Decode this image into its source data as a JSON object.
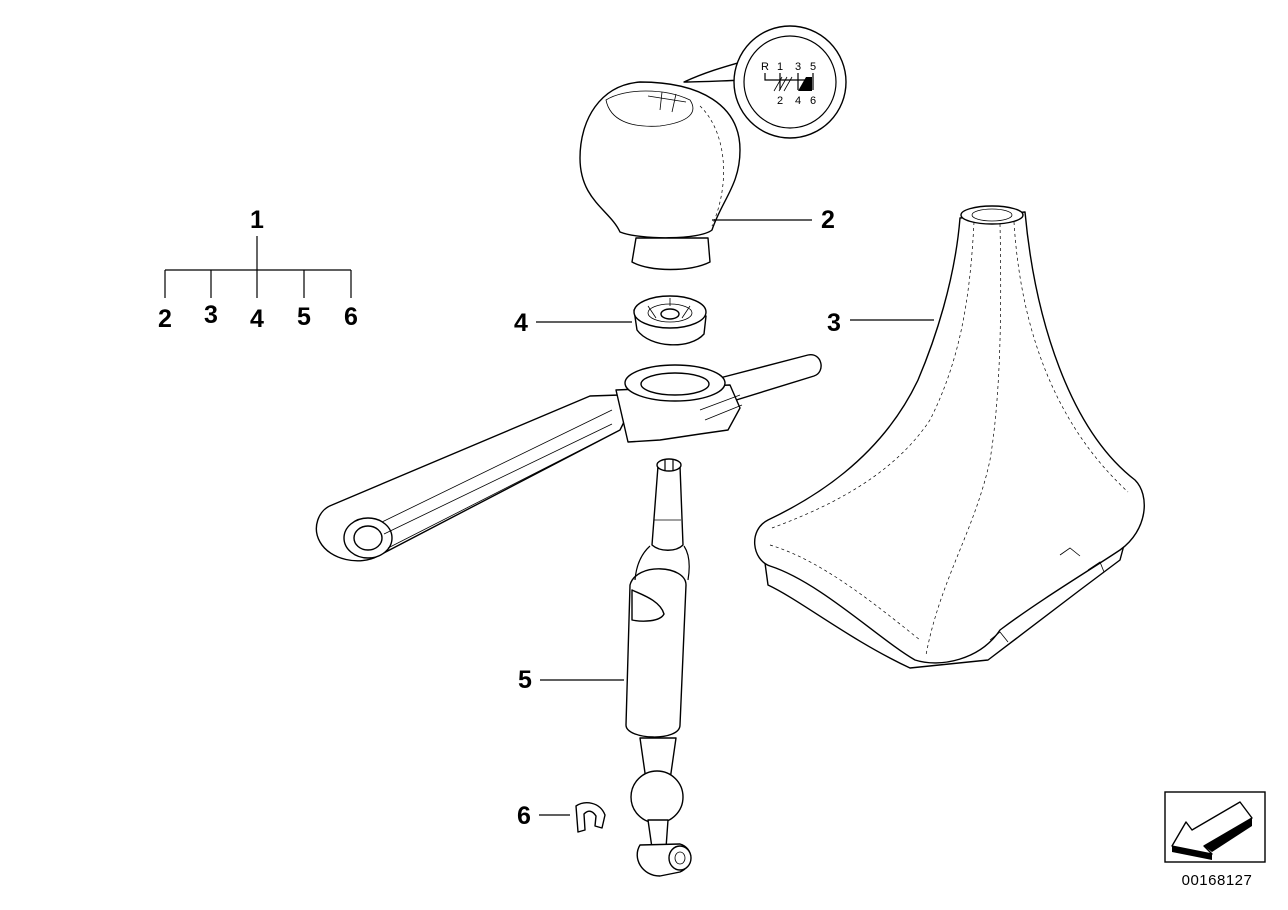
{
  "tree": {
    "root": "1",
    "children": [
      "2",
      "3",
      "4",
      "5",
      "6"
    ]
  },
  "callouts": {
    "knob": "2",
    "boot": "3",
    "bushing": "4",
    "shaft": "5",
    "clip": "6"
  },
  "shift_pattern": {
    "top": [
      "R",
      "1",
      "3",
      "5"
    ],
    "bottom": [
      "2",
      "4",
      "6"
    ]
  },
  "document_number": "00168127",
  "icons": {
    "direction": "arrow-down-left-icon"
  }
}
